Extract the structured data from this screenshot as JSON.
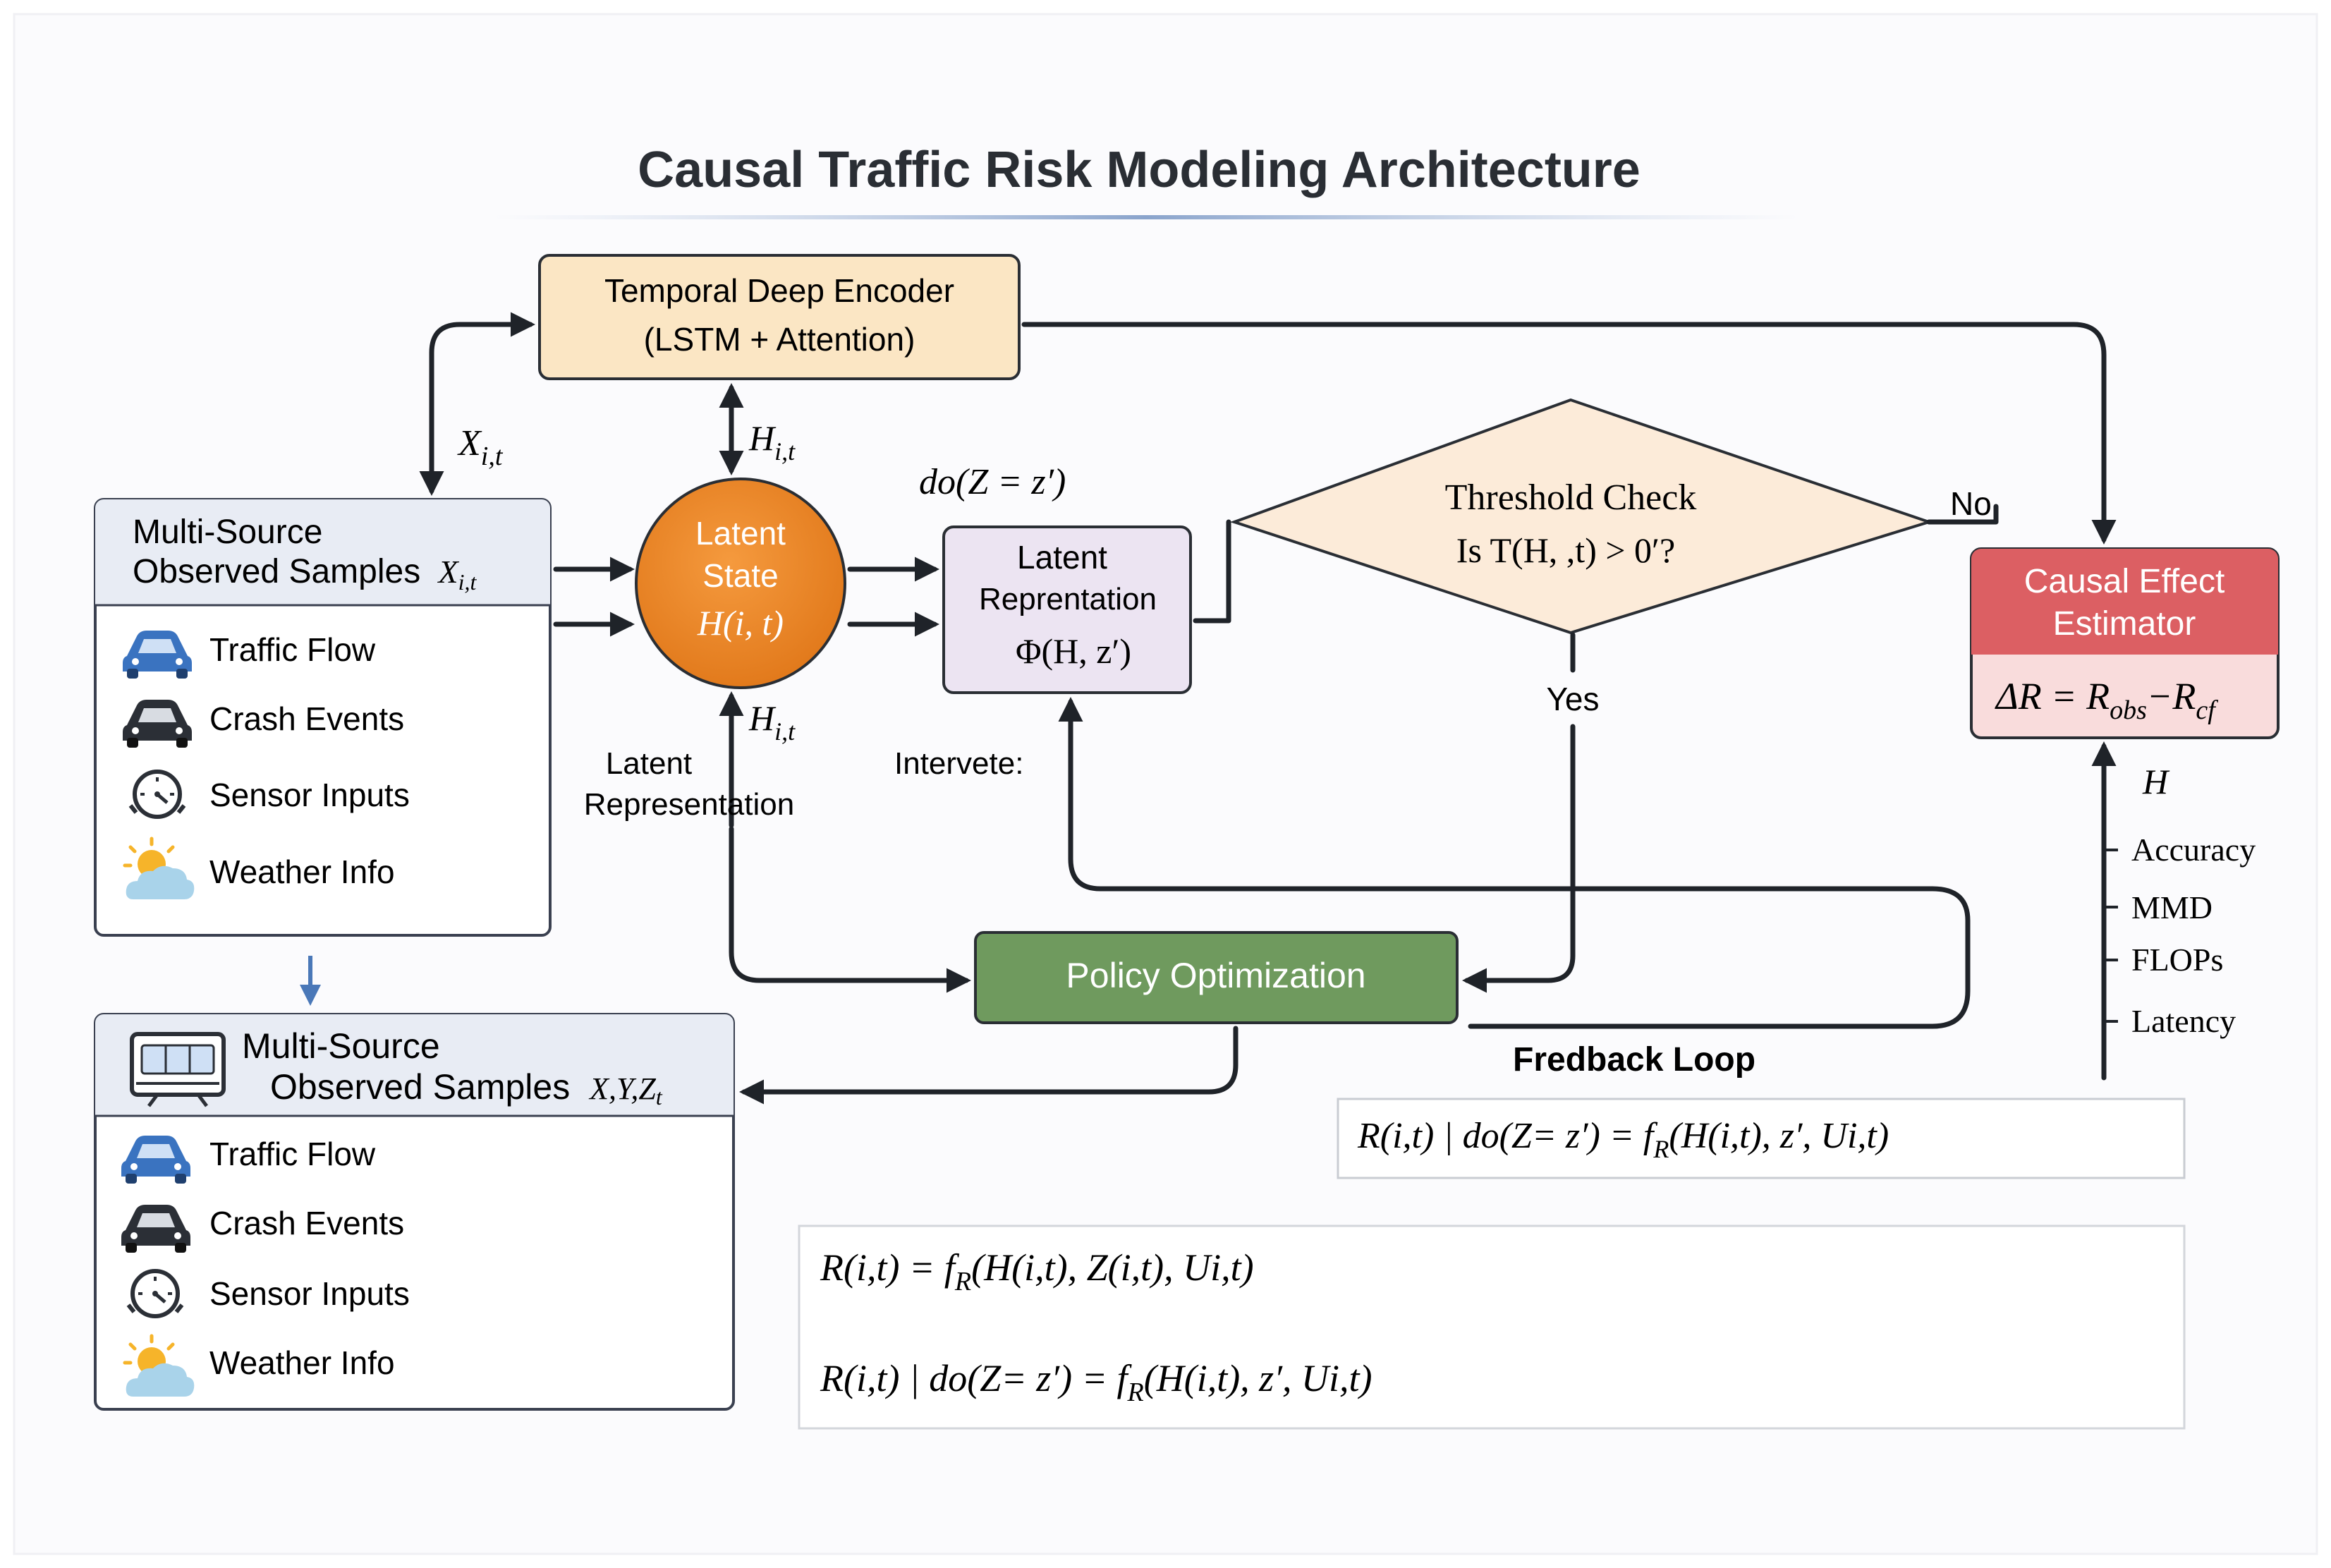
{
  "title": "Causal Traffic Risk Modeling Architecture",
  "encoder": {
    "line1": "Temporal Deep Encoder",
    "line2": "(LSTM + Attention)"
  },
  "observed_top": {
    "title_line1": "Multi-Source",
    "title_line2": "Observed Samples",
    "title_var": "X",
    "title_var_sub": "i,t",
    "items": [
      {
        "icon": "car-icon",
        "label": "Traffic Flow"
      },
      {
        "icon": "crash-car-icon",
        "label": "Crash Events"
      },
      {
        "icon": "sensor-gauge-icon",
        "label": "Sensor Inputs"
      },
      {
        "icon": "weather-sun-cloud-icon",
        "label": "Weather Info"
      }
    ]
  },
  "observed_bottom": {
    "title_line1": "Multi-Source",
    "title_line2": "Observed Samples",
    "title_var": "X,Y,Z",
    "title_var_sub": "t",
    "icon": "monitor-bus-icon",
    "items": [
      {
        "icon": "car-icon",
        "label": "Traffic Flow"
      },
      {
        "icon": "crash-car-icon",
        "label": "Crash Events"
      },
      {
        "icon": "sensor-gauge-icon",
        "label": "Sensor Inputs"
      },
      {
        "icon": "weather-sun-cloud-icon",
        "label": "Weather Info"
      }
    ]
  },
  "latent_state": {
    "line1": "Latent",
    "line2": "State",
    "line3": "H(i, t)"
  },
  "latent_rep": {
    "line1": "Latent",
    "line2": "Reprentation",
    "line3": "Φ(H, z′)"
  },
  "threshold": {
    "line1": "Threshold Check",
    "line2": "Is T(H, ,t) > 0′?"
  },
  "causal": {
    "line1": "Causal Effect",
    "line2": "Estimator",
    "formula_delta": "ΔR = R",
    "formula_obs": "obs",
    "formula_minus": "−R",
    "formula_cf": "cf"
  },
  "policy": {
    "label": "Policy Optimization"
  },
  "labels": {
    "x_it": "X",
    "x_it_sub": "i,t",
    "h_it_top": "H",
    "h_it_top_sub": "i,t",
    "h_it_bottom": "H",
    "h_it_bottom_sub": "i,t",
    "do_z": "do(Z = z′)",
    "no": "No",
    "yes": "Yes",
    "latent_rep_line1": "Latent",
    "latent_rep_line2": "Representation",
    "intervete": "Intervete:",
    "h": "H",
    "feedback": "Fredback Loop"
  },
  "metrics": [
    "Accuracy",
    "MMD",
    "FLOPs",
    "Latency"
  ],
  "formula_box_right": {
    "a": "R(i,t) | do(Z= z′) = f",
    "a_sub": "R",
    "b": "(H(i,t), z′, Ui,t)"
  },
  "formula_box_bottom": {
    "line1_a": "R(i,t) = f",
    "line1_sub": "R",
    "line1_b": "(H(i,t), Z(i,t), Ui,t)",
    "line2_a": "R(i,t) | do(Z= z′) = f",
    "line2_sub": "R",
    "line2_b": "(H(i,t), z′, Ui,t)"
  },
  "colors": {
    "encoder_fill": "#fbe6c4",
    "latent_state_fill": "#ef8a2a",
    "latent_rep_fill": "#ece4f2",
    "threshold_fill": "#fcebd9",
    "causal_header": "#dc5f63",
    "causal_body": "#f9dcdc",
    "policy_fill": "#6f9a5e",
    "panel_header": "#e8ecf4",
    "car_blue": "#3a73c0",
    "car_dark": "#2b2f36",
    "arrow": "#1f2329"
  }
}
